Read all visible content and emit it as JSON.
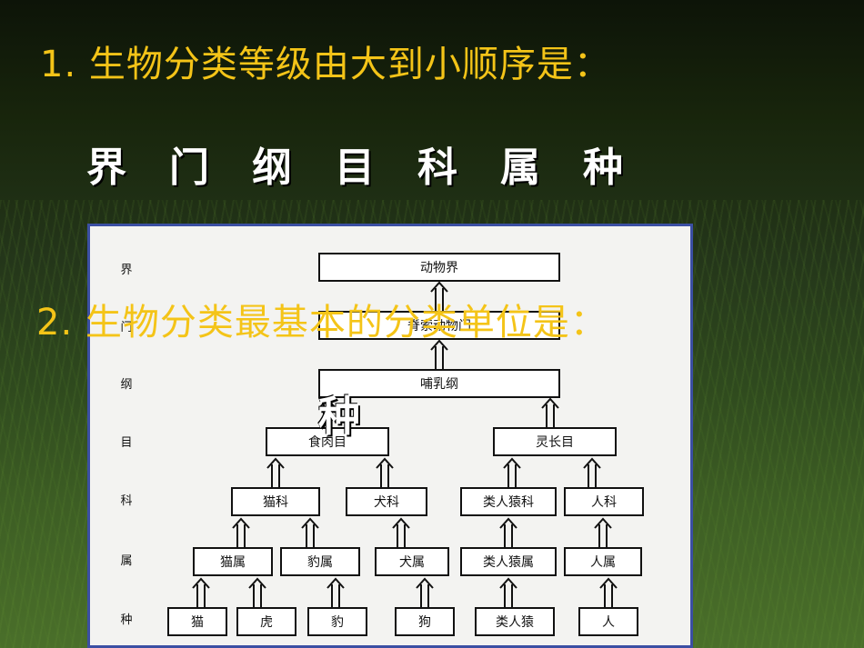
{
  "slide": {
    "q1": "1. 生物分类等级由大到小顺序是：",
    "ranks": [
      "界",
      "门",
      "纲",
      "目",
      "科",
      "属",
      "种"
    ],
    "q2": "2. 生物分类最基本的分类单位是：",
    "answer": "种"
  },
  "diagram": {
    "levels": [
      "界",
      "门",
      "纲",
      "目",
      "科",
      "属",
      "种"
    ],
    "kingdom": "动物界",
    "phylum": "脊索动物门",
    "class": "哺乳纲",
    "orders": [
      "食肉目",
      "灵长目"
    ],
    "families": [
      "猫科",
      "犬科",
      "类人猿科",
      "人科"
    ],
    "genera": [
      "猫属",
      "豹属",
      "犬属",
      "类人猿属",
      "人属"
    ],
    "species": [
      "猫",
      "虎",
      "豹",
      "狗",
      "类人猿",
      "人"
    ]
  }
}
